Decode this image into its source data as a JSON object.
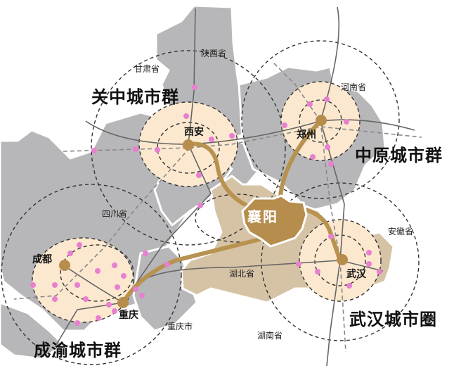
{
  "map": {
    "focus_city": "襄阳",
    "clusters": [
      {
        "id": "guanzhong",
        "label": "关中城市群"
      },
      {
        "id": "zhongyuan",
        "label": "中原城市群"
      },
      {
        "id": "chengyu",
        "label": "成渝城市群"
      },
      {
        "id": "wuhan",
        "label": "武汉城市圈"
      }
    ],
    "cities": [
      {
        "id": "xian",
        "label": "西安"
      },
      {
        "id": "zhengzhou",
        "label": "郑州"
      },
      {
        "id": "chengdu",
        "label": "成都"
      },
      {
        "id": "chongqing",
        "label": "重庆"
      },
      {
        "id": "wuhan",
        "label": "武汉"
      }
    ],
    "provinces": [
      {
        "id": "gansu",
        "label": "甘肃省"
      },
      {
        "id": "shaanxi",
        "label": "陕西省"
      },
      {
        "id": "henan",
        "label": "河南省"
      },
      {
        "id": "sichuan",
        "label": "四川省"
      },
      {
        "id": "anhui",
        "label": "安徽省"
      },
      {
        "id": "hubei",
        "label": "湖北省"
      },
      {
        "id": "chongqingshi",
        "label": "重庆市"
      },
      {
        "id": "hunan",
        "label": "湖南省"
      }
    ],
    "colors": {
      "land": "#b7b7b9",
      "hubei": "#d6c3a6",
      "xiangyang": "#b68d4c",
      "corridor": "#b8924f",
      "core_fill": "#fbe8cf",
      "node": "#e97fd0",
      "rail": "#6b6b6b",
      "dashed": "#333333"
    }
  }
}
